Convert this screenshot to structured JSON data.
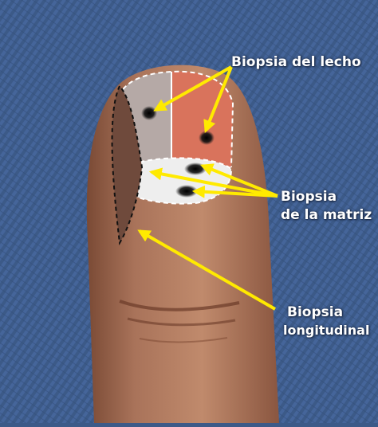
{
  "image": {
    "description_tag": "finger-nail-biopsy-illustration"
  },
  "labels": {
    "bed": "Biopsia del lecho",
    "matrix_line1": "Biopsia",
    "matrix_line2": "de la matriz",
    "longitudinal_line1": "Biopsia",
    "longitudinal_line2": "longitudinal"
  },
  "colors": {
    "background": "#3c5a88",
    "skin": "#b07a5c",
    "nail_bed_left": "#b5a9a6",
    "nail_bed_right": "#d9735c",
    "matrix_zone": "#eeeeee",
    "arrow": "#ffea00",
    "label_text": "#ffffff"
  }
}
